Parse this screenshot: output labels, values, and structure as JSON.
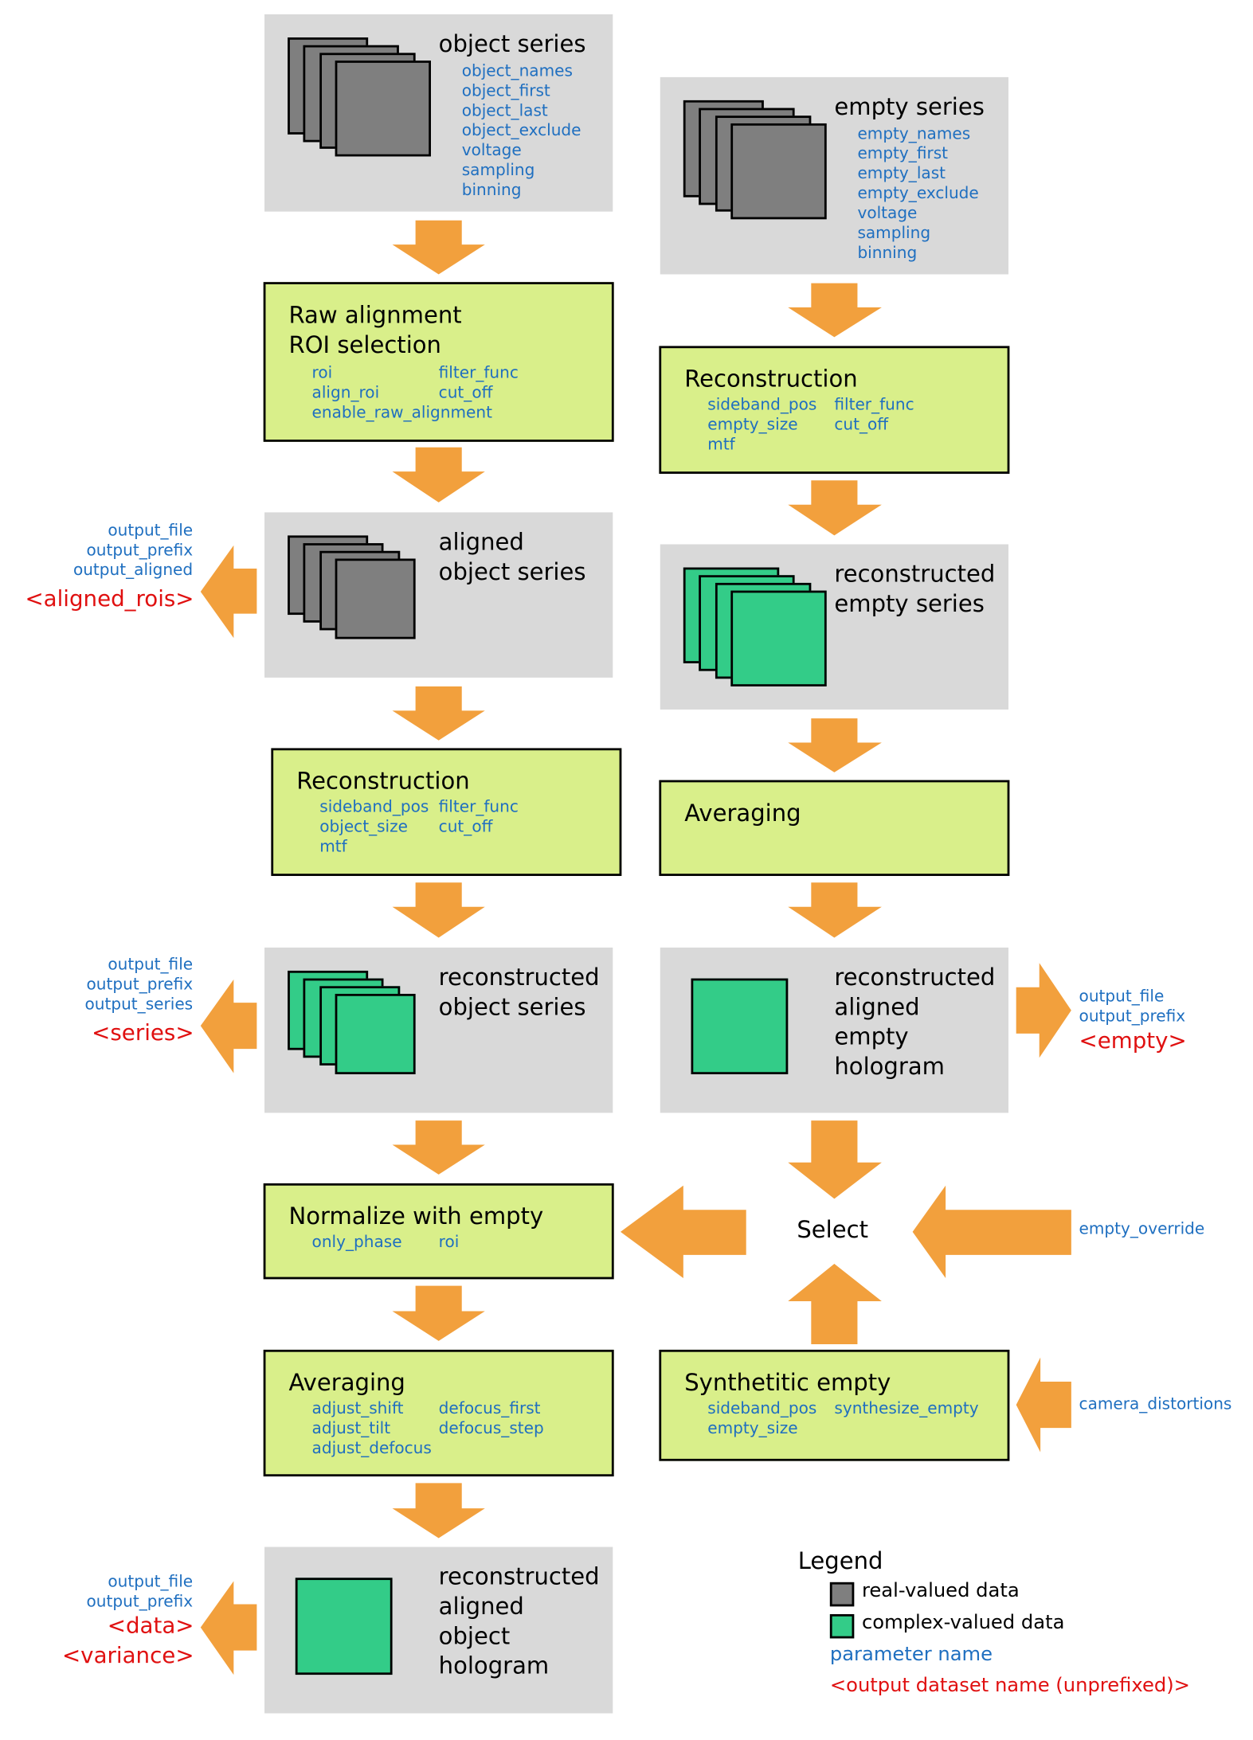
{
  "nodes": {
    "object_series": {
      "title": "object series",
      "params": "object_names\nobject_first\nobject_last\nobject_exclude\nvoltage\nsampling\nbinning"
    },
    "raw_alignment": {
      "title": "Raw alignment\nROI selection",
      "params_col1": "roi\nalign_roi\nenable_raw_alignment",
      "params_col2": "filter_func\ncut_off"
    },
    "aligned_object_series": {
      "title": "aligned\nobject series"
    },
    "reconstruction_object": {
      "title": "Reconstruction",
      "params_col1": "sideband_pos\nobject_size\nmtf",
      "params_col2": "filter_func\ncut_off"
    },
    "reconstructed_object_series": {
      "title": "reconstructed\nobject series"
    },
    "normalize": {
      "title": "Normalize with empty",
      "params_col1": "only_phase",
      "params_col2": "roi"
    },
    "averaging_object": {
      "title": "Averaging",
      "params_col1": "adjust_shift\nadjust_tilt\nadjust_defocus",
      "params_col2": "defocus_first\ndefocus_step"
    },
    "reconstructed_aligned_object_hologram": {
      "title": "reconstructed\naligned\nobject\nhologram"
    },
    "empty_series": {
      "title": "empty series",
      "params": "empty_names\nempty_first\nempty_last\nempty_exclude\nvoltage\nsampling\nbinning"
    },
    "reconstruction_empty": {
      "title": "Reconstruction",
      "params_col1": "sideband_pos\nempty_size\nmtf",
      "params_col2": "filter_func\ncut_off"
    },
    "reconstructed_empty_series": {
      "title": "reconstructed\nempty series"
    },
    "averaging_empty": {
      "title": "Averaging"
    },
    "reconstructed_aligned_empty_hologram": {
      "title": "reconstructed\naligned\nempty\nhologram"
    },
    "select": {
      "title": "Select"
    },
    "synthetic_empty": {
      "title": "Synthetitic empty",
      "params_col1": "sideband_pos\nempty_size",
      "params_col2": "synthesize_empty"
    }
  },
  "outputs": {
    "aligned": {
      "params": "output_file\noutput_prefix\noutput_aligned",
      "dataset": "<aligned_rois>"
    },
    "series": {
      "params": "output_file\noutput_prefix\noutput_series",
      "dataset": "<series>"
    },
    "empty": {
      "params": "output_file\noutput_prefix",
      "dataset": "<empty>"
    },
    "data": {
      "params": "output_file\noutput_prefix",
      "dataset": "<data>\n<variance>"
    }
  },
  "inputs": {
    "empty_override": "empty_override",
    "camera_distortions": "camera_distortions"
  },
  "legend": {
    "title": "Legend",
    "real": "real-valued data",
    "complex": "complex-valued data",
    "parameter": "parameter name",
    "output": "<output dataset name (unprefixed)>"
  },
  "colors": {
    "data_box": "#d9d9d9",
    "process_box": "#d9ef8a",
    "arrow": "#f2a03d",
    "real_data": "#7f7f7f",
    "complex_data": "#33cc88",
    "parameter_text": "#1f6fc0",
    "output_text": "#e01010"
  }
}
